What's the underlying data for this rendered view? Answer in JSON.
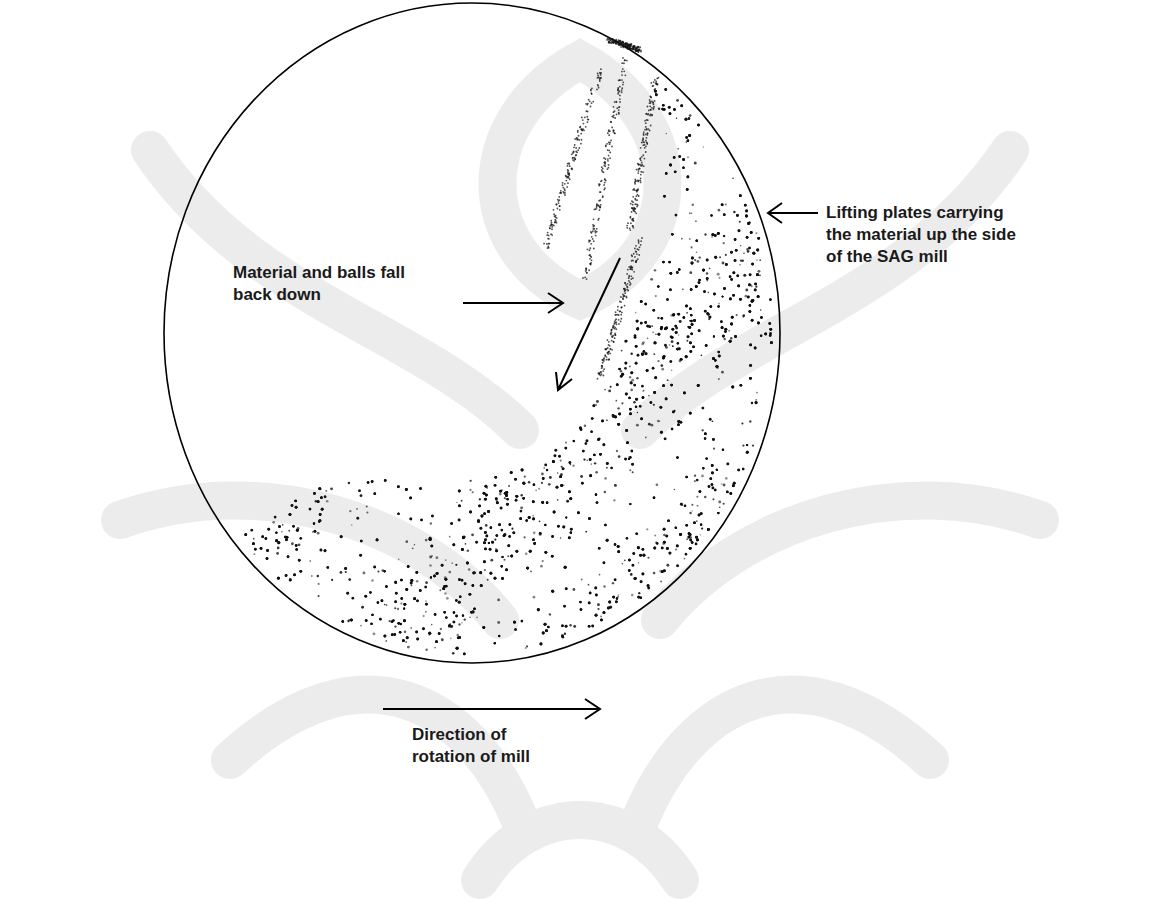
{
  "diagram": {
    "labels": [
      "Material and balls fall back down",
      "Lifting plates carrying the material up the side of the SAG mill",
      "Direction of rotation of mill"
    ]
  }
}
